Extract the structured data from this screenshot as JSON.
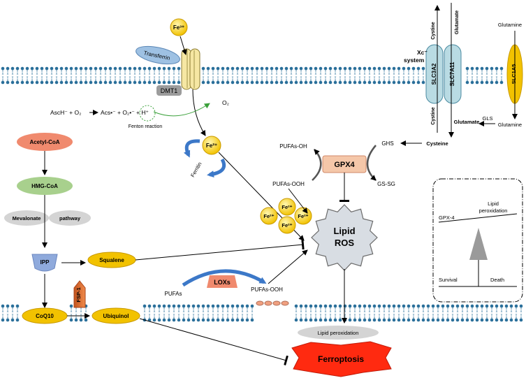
{
  "iron": {
    "fe3": "Fe³⁺",
    "transferrin": "Transferrin",
    "dmt1": "DMT1",
    "fe2": "Fe²⁺",
    "ferritin": "Ferritin"
  },
  "fenton": {
    "equation_left": "AscH⁻ + O₂",
    "equation_right": "Acs•⁻ + O₂•⁻ + H⁺",
    "label": "Fenton reaction",
    "o2": "O₂"
  },
  "xc_system": {
    "name_line1": "Xc⁻",
    "name_line2": "system",
    "slc3a2": "SLC3A2",
    "slc7a11": "SLC7A11",
    "cystine": "Cystine",
    "glutamate": "Glutamate",
    "slc1a5": "SLC1A5",
    "glutamine": "Glutamine",
    "gls": "GLS",
    "cysteine": "Cysteine"
  },
  "gpx4": {
    "label": "GPX4",
    "pufas_oh": "PUFAs-OH",
    "pufas_ooh": "PUFAs-OOH",
    "ghs": "GHS",
    "gssg": "GS-SG"
  },
  "mevalonate": {
    "acetyl_coa": "Acetyl-CoA",
    "hmg_coa": "HMG-CoA",
    "mevalonate": "Mevalonate",
    "pathway": "pathway",
    "ipp": "IPP",
    "squalene": "Squalene",
    "coq10": "CoQ10",
    "fsp1": "FSP-1",
    "ubiquinol": "Ubiquinol"
  },
  "lox": {
    "pufas": "PUFAs",
    "loxs": "LOXs",
    "pufas_ooh": "PUFAs-OOH"
  },
  "center": {
    "lipid": "Lipid",
    "ros": "ROS",
    "lipid_peroxidation": "Lipid peroxidation",
    "ferroptosis": "Ferroptosis"
  },
  "balance": {
    "gpx4": "GPX-4",
    "lipid": "Lipid",
    "peroxidation": "peroxidation",
    "survival": "Survival",
    "death": "Death"
  },
  "colors": {
    "fe": "#f2c200",
    "membrane": "#1f5f8a",
    "gpx4_box": "#f5c7a9",
    "acetyl": "#f08a6e",
    "hmg": "#a8d08d",
    "ipp": "#8faadc",
    "ferroptosis": "#ff2a10"
  }
}
